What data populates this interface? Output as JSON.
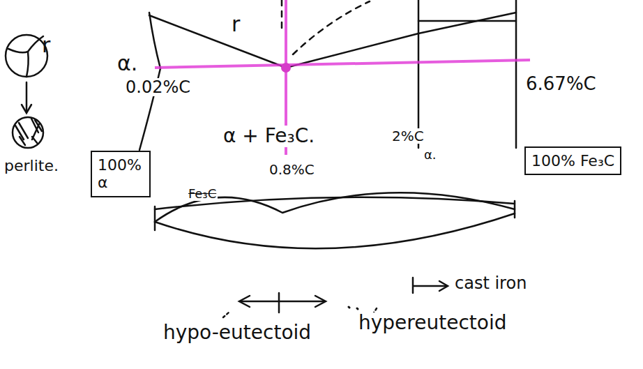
{
  "diagram": {
    "nodes": [
      {
        "text": [
          "r"
        ]
      },
      {
        "text": [
          "100% α"
        ]
      },
      {
        "text": [
          "100% Fe₃C"
        ]
      }
    ],
    "labels": [
      "r",
      "α.",
      "0.02%C",
      "α + Fe₃C.",
      "0.8%C",
      "2%C",
      "α.",
      "6.67%C",
      "Fe₃C",
      "perlite.",
      "hypo-eutectoid",
      "hypereutectoid",
      "cast iron"
    ]
  }
}
